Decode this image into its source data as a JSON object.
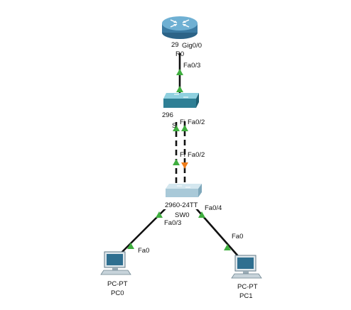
{
  "devices": {
    "router": {
      "model_label": "29",
      "name_label": "R0",
      "port_label": "Gig0/0",
      "icon": "router-icon"
    },
    "switch_top": {
      "model_label": "296",
      "name_label": "S",
      "icon": "switch-icon"
    },
    "switch_bottom": {
      "model_label": "2960-24TT",
      "name_label": "SW0",
      "icon": "switch-icon"
    },
    "pc0": {
      "model_label": "PC-PT",
      "name_label": "PC0",
      "icon": "pc-icon"
    },
    "pc1": {
      "model_label": "PC-PT",
      "name_label": "PC1",
      "icon": "pc-icon"
    }
  },
  "links": {
    "router_switch": {
      "port_a": "Fa0/3"
    },
    "trunk_top": {
      "port_a": "Fi",
      "port_b": "Fa0/2"
    },
    "trunk_bottom": {
      "port_a": "Fi",
      "port_b": "Fa0/2"
    },
    "sw_pc0": {
      "port_switch": "Fa0/3",
      "port_pc": "Fa0"
    },
    "sw_pc1": {
      "port_switch": "Fa0/4",
      "port_pc": "Fa0"
    }
  },
  "colors": {
    "link": "#111111",
    "link_up": "#3fae3f",
    "link_blocking": "#f07d1a",
    "router_body": "#4f8fb3",
    "switch_top_body": "#3f8fa6",
    "switch_bottom_body": "#a9c9d8"
  }
}
